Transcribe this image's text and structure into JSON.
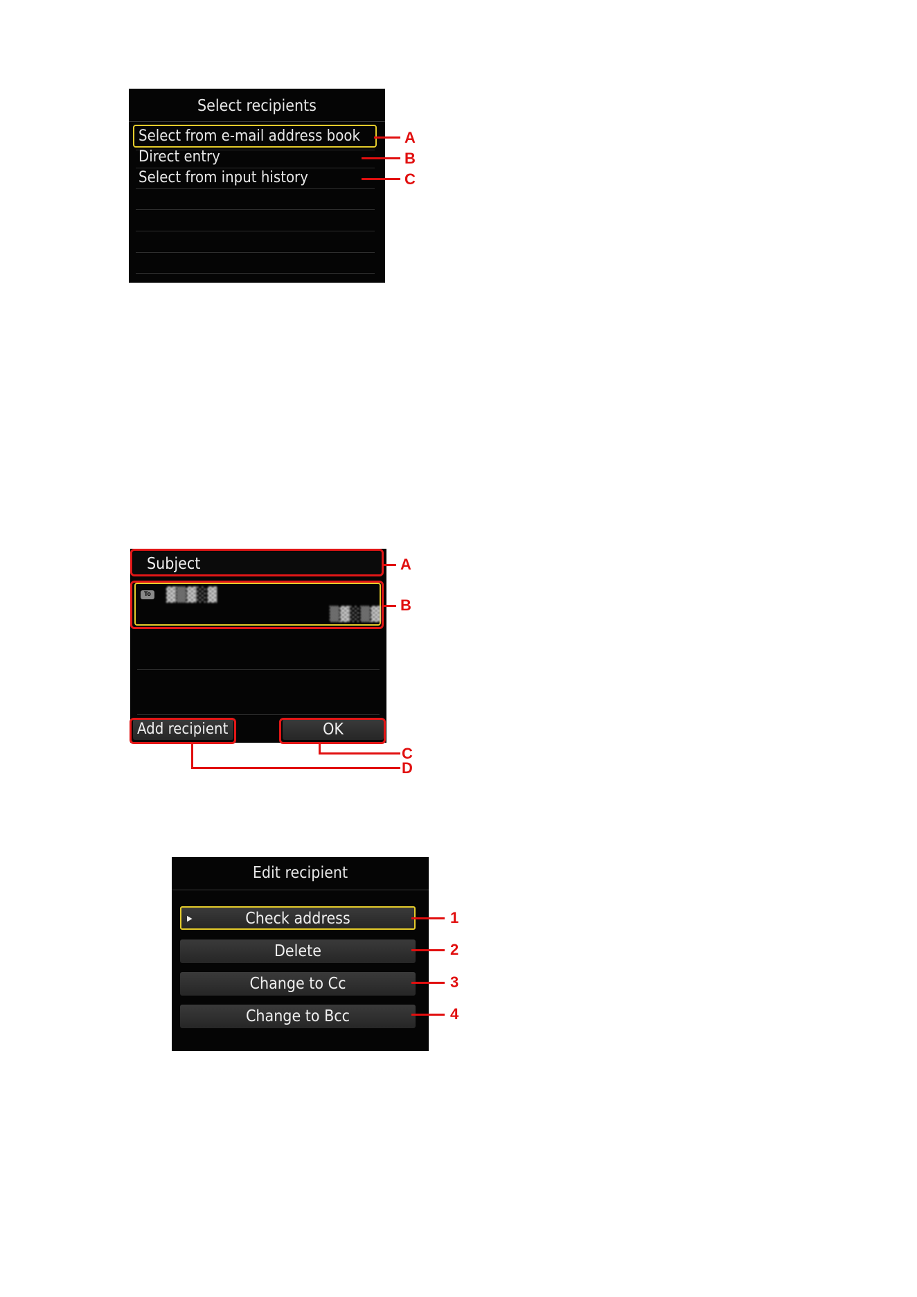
{
  "screen1": {
    "title": "Select recipients",
    "items": [
      {
        "label": "Select from e-mail address book",
        "callout": "A"
      },
      {
        "label": "Direct entry",
        "callout": "B"
      },
      {
        "label": "Select from input history",
        "callout": "C"
      }
    ]
  },
  "screen2": {
    "subject": "Subject",
    "recipient_badge": "To",
    "recipient_name": "▓▒▓░▓",
    "recipient_address": "▒▓░▒▓",
    "add_recipient_label": "Add recipient",
    "ok_label": "OK",
    "callouts": [
      "A",
      "B",
      "C",
      "D"
    ]
  },
  "screen3": {
    "title": "Edit recipient",
    "buttons": [
      {
        "label": "Check address",
        "callout": "1"
      },
      {
        "label": "Delete",
        "callout": "2"
      },
      {
        "label": "Change to Cc",
        "callout": "3"
      },
      {
        "label": "Change to Bcc",
        "callout": "4"
      }
    ]
  },
  "colors": {
    "screen_bg": "#050505",
    "selection_yellow": "#e5cc2b",
    "callout_red": "#e10f0f"
  }
}
